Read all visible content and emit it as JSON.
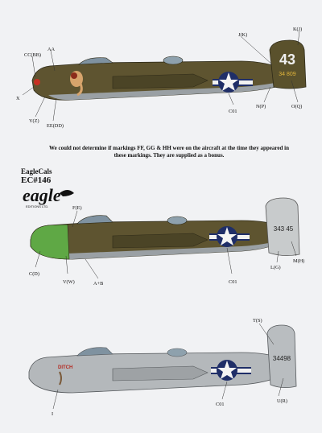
{
  "note": "We could not determine if markings FF, GG & HH were on the aircraft at the time they appeared in these markings. They are supplied as a bonus.",
  "brand": {
    "line1": "EagleCals",
    "code": "EC#146",
    "logo": "eagle",
    "editions": "EDITIONS LTD."
  },
  "aircraft": [
    {
      "tail_number": "34 809",
      "tail_code": "43",
      "colors": {
        "body": "#5e5430",
        "belly": "#9aa0a4",
        "nose": "#5e5430"
      },
      "labels": [
        "CC(BB)",
        "AA",
        "J(K)",
        "K(J)",
        "X",
        "Y(Z)",
        "EE(DD)",
        "C01",
        "N(P)",
        "O(Q)"
      ]
    },
    {
      "tail_number": "343 45",
      "colors": {
        "body": "#5e5430",
        "belly": "#9aa0a4",
        "nose": "#5fa845",
        "tail": "#c8cbcc"
      },
      "labels": [
        "F(E)",
        "C(D)",
        "V(W)",
        "A+B",
        "C01",
        "L(G)",
        "M(H)"
      ]
    },
    {
      "tail_number": "34498",
      "nose_art": "DITCH",
      "colors": {
        "body": "#b4b8bb",
        "belly": "#a6aaad"
      },
      "labels": [
        "T(S)",
        "I",
        "C01",
        "U(R)"
      ]
    }
  ]
}
